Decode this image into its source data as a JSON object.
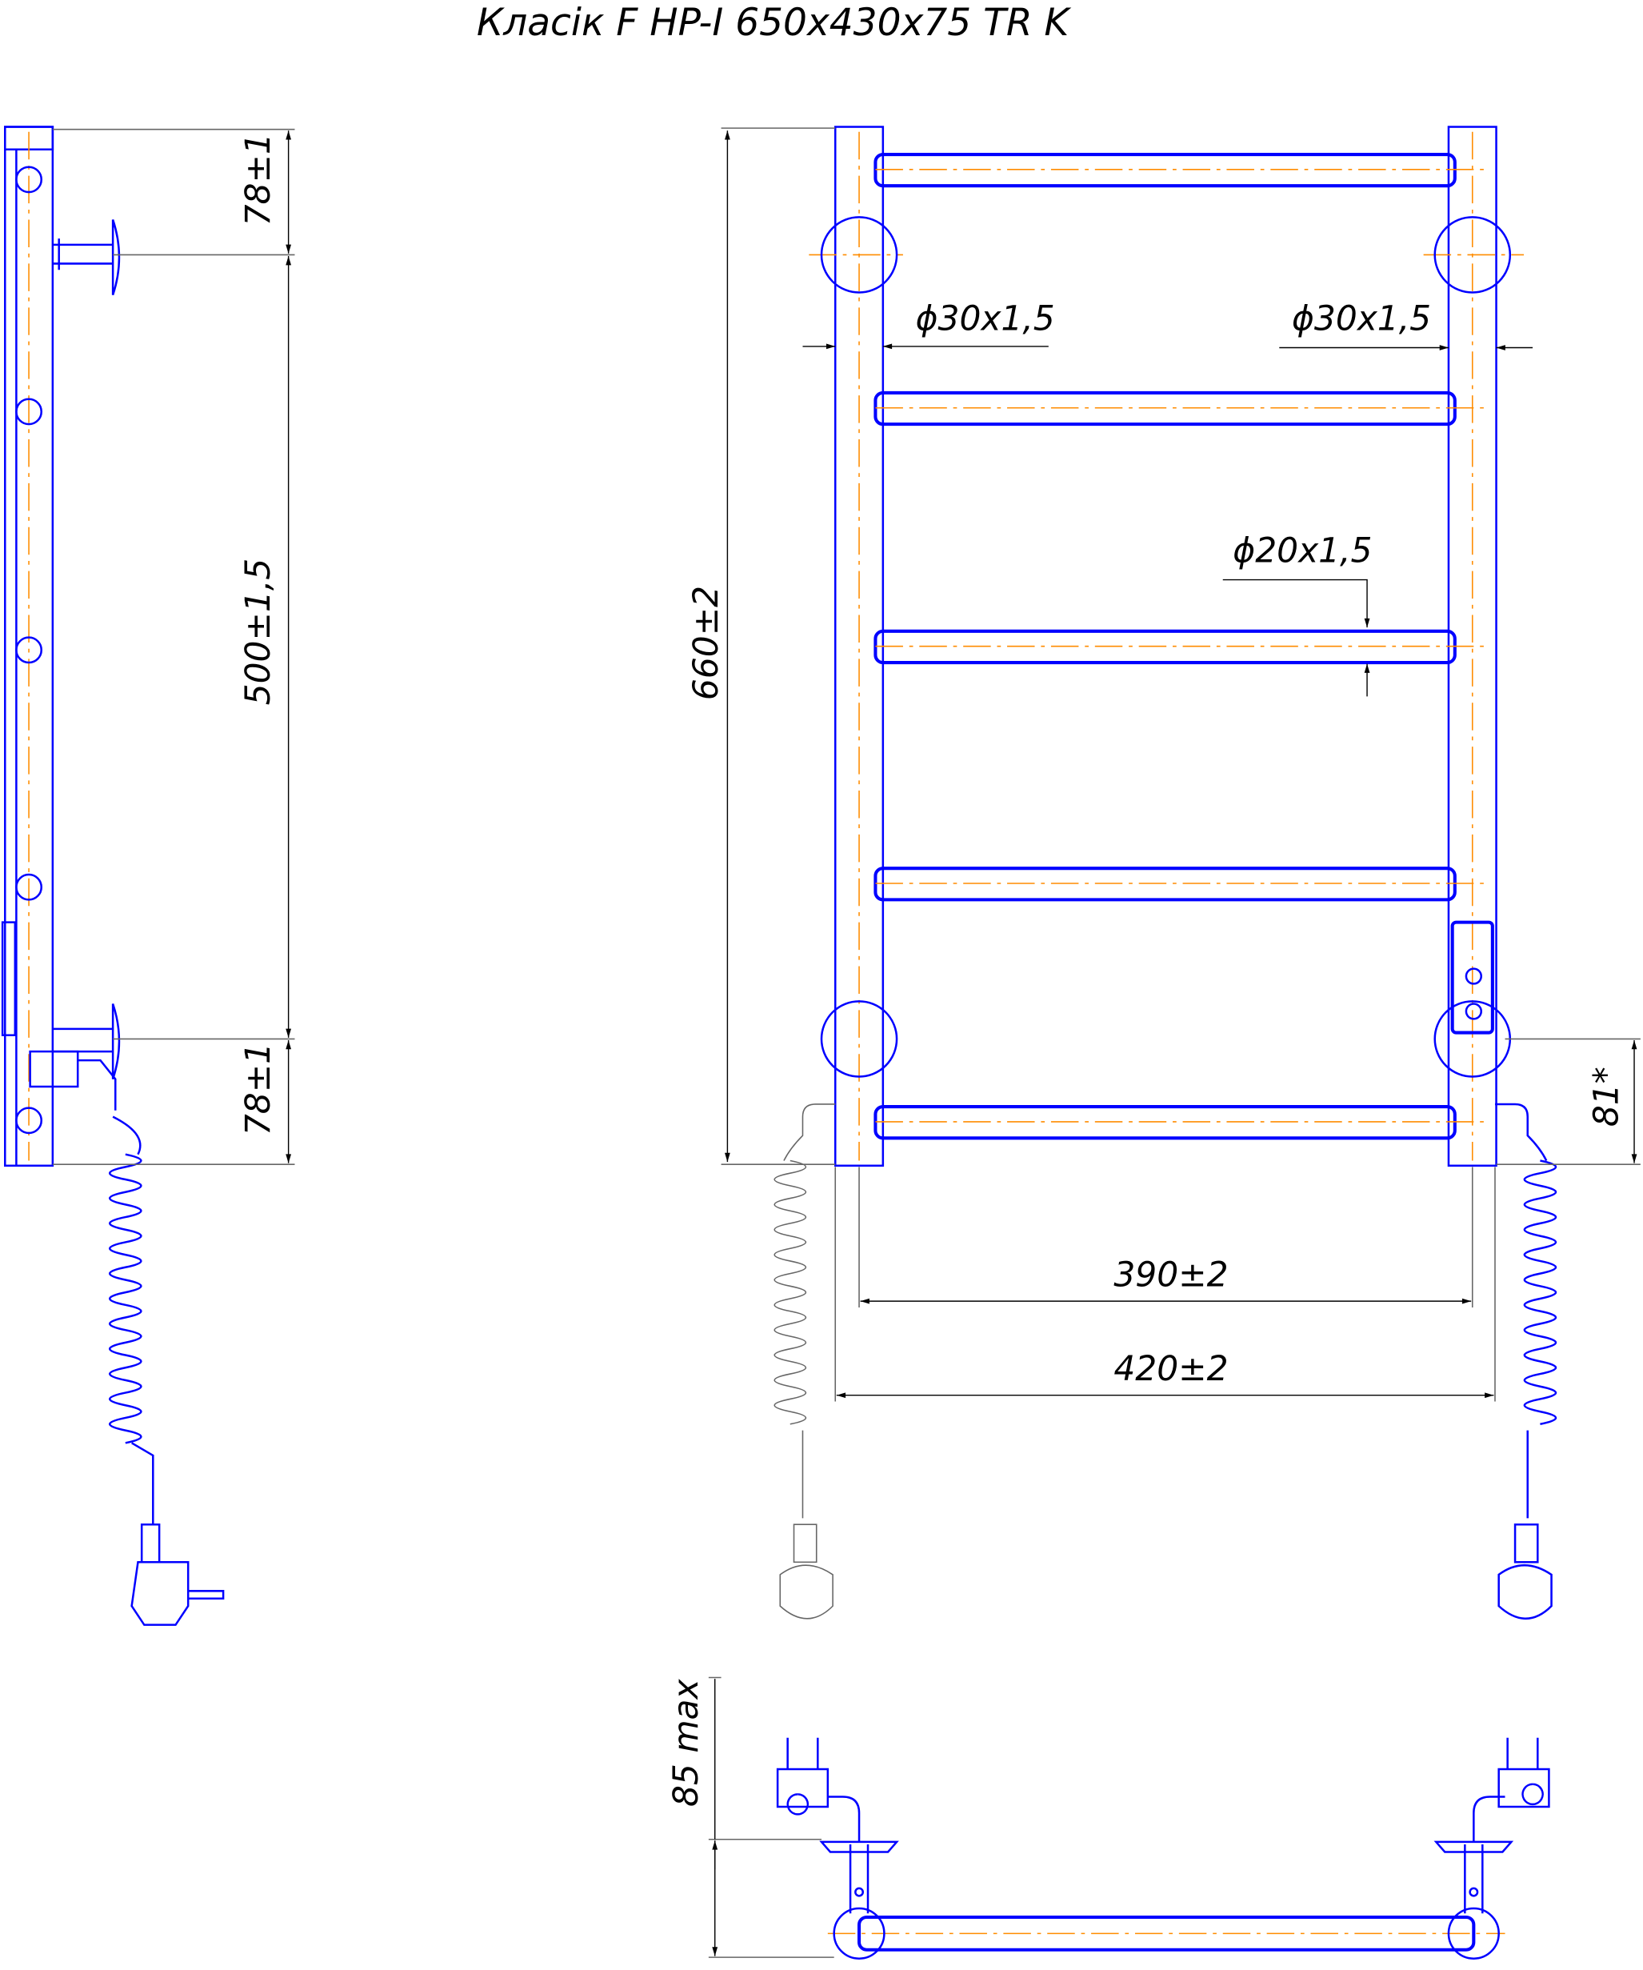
{
  "title": "Класік F HP-I  650x430x75 TR K",
  "dimensions": {
    "side_top": "78±1",
    "side_middle": "500±1,5",
    "side_bottom": "78±1",
    "height_total": "660±2",
    "post_diameter_left": "ϕ30x1,5",
    "post_diameter_right": "ϕ30x1,5",
    "rail_diameter": "ϕ20x1,5",
    "inner_width": "390±2",
    "outer_width": "420±2",
    "bracket_offset": "81*",
    "depth_max": "85 max"
  }
}
